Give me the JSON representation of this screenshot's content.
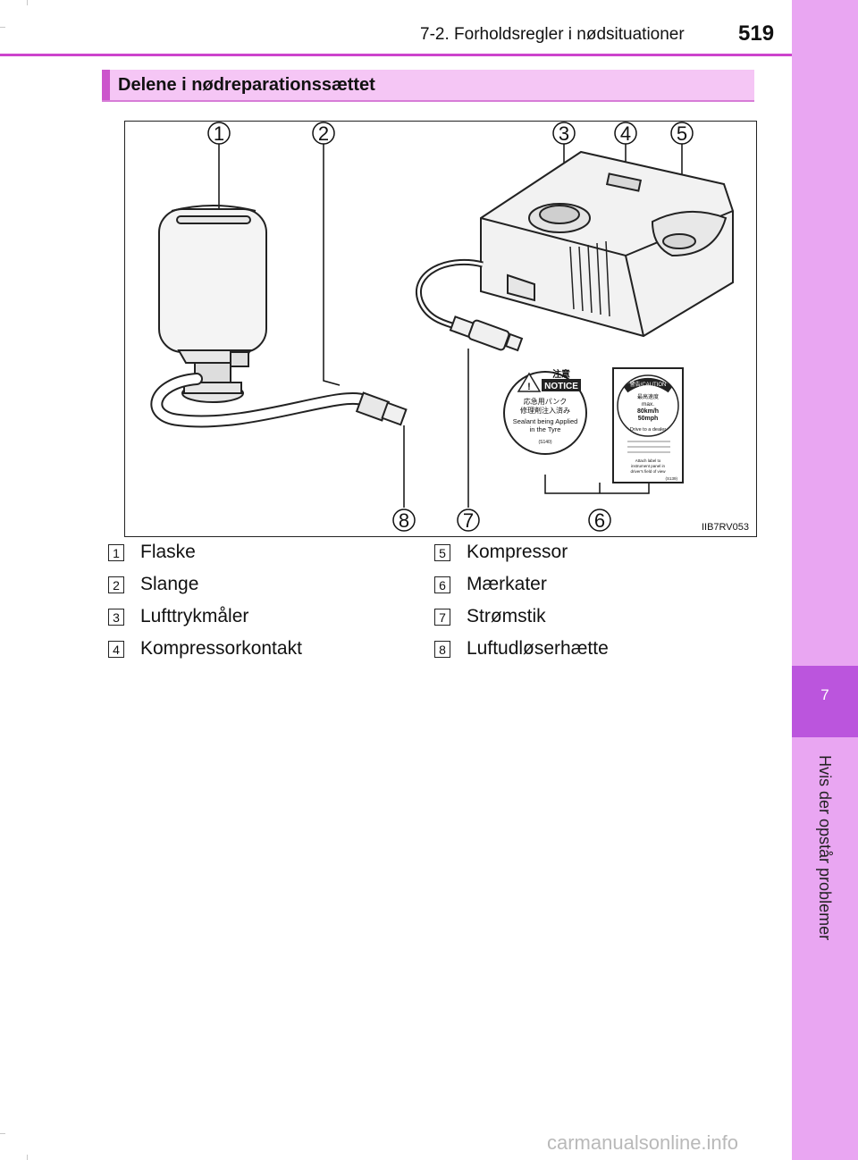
{
  "header": {
    "section_title": "7-2. Forholdsregler i nødsituationer",
    "page_number": "519"
  },
  "side_tab": {
    "chapter_number": "7",
    "chapter_title": "Hvis der opstår problemer"
  },
  "section": {
    "heading": "Delene i nødreparationssættet"
  },
  "figure": {
    "code": "IIB7RV053",
    "callouts": [
      "1",
      "2",
      "3",
      "4",
      "5",
      "6",
      "7",
      "8"
    ],
    "notice_label": {
      "kanji": "注意",
      "word": "NOTICE",
      "jp_line": "応急用パンク",
      "jp_line2": "修理剤注入済み",
      "en_line1": "Sealant being Applied",
      "en_line2": "in the Tyre",
      "code": "(S140)"
    },
    "caution_label": {
      "header": "警告/CAUTION",
      "speed_jp": "最高速度",
      "max": "max.",
      "kmh": "80km/h",
      "mph": "50mph",
      "drive": "Drive to a dealer",
      "attach1": "Attach label to",
      "attach2": "instrument panel in",
      "attach3": "driver's field of view",
      "code": "(S139)"
    }
  },
  "parts": [
    {
      "num": "1",
      "label": "Flaske"
    },
    {
      "num": "2",
      "label": "Slange"
    },
    {
      "num": "3",
      "label": "Lufttrykmåler"
    },
    {
      "num": "4",
      "label": "Kompressorkontakt"
    },
    {
      "num": "5",
      "label": "Kompressor"
    },
    {
      "num": "6",
      "label": "Mærkater"
    },
    {
      "num": "7",
      "label": "Strømstik"
    },
    {
      "num": "8",
      "label": "Luftudløserhætte"
    }
  ],
  "watermark": "carmanualsonline.info"
}
